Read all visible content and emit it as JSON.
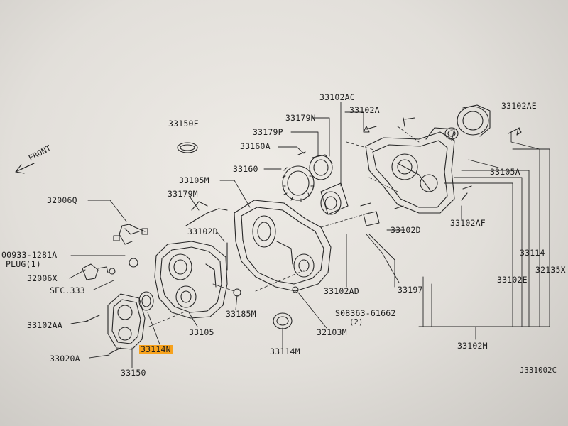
{
  "direction_label": "FRONT",
  "diagram_code": "J331002C",
  "highlight_color": "#f7a21c",
  "labels": {
    "p33102AC": "33102AC",
    "p33102AE": "33102AE",
    "p33102A": "33102A",
    "p33179N": "33179N",
    "p33150F": "33150F",
    "p33179P": "33179P",
    "p33160A": "33160A",
    "p33160": "33160",
    "p33105M": "33105M",
    "p33179M": "33179M",
    "p33105A": "33105A",
    "p32006Q": "32006Q",
    "p33102D_left": "33102D",
    "p33102D_right": "33102D",
    "p33102AF": "33102AF",
    "p00933": "00933-1281A",
    "plug": "PLUG(1)",
    "p33114": "33114",
    "p32135X": "32135X",
    "p32006X": "32006X",
    "sec333": "SEC.333",
    "p33102E": "33102E",
    "p33102AD": "33102AD",
    "p33197": "33197",
    "p33185M": "33185M",
    "bolt": "S08363-61662",
    "bolt_qty": "(2)",
    "p33102AA": "33102AA",
    "p33105": "33105",
    "p32103M": "32103M",
    "p33114N": "33114N",
    "p33020A": "33020A",
    "p33114M": "33114M",
    "p33102M": "33102M",
    "p33150": "33150"
  }
}
